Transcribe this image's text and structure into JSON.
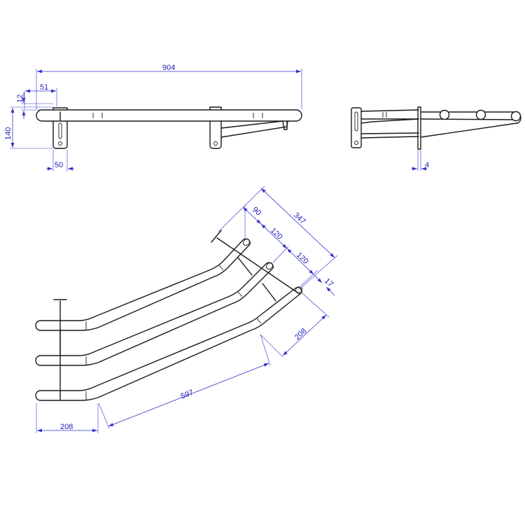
{
  "colors": {
    "outline": "#1a1a1a",
    "dimension": "#3333cc",
    "background": "#ffffff"
  },
  "dimensions": {
    "overall_length": "904",
    "bracket_offset": "51",
    "tube_diameter": "12",
    "bracket_height": "140",
    "bracket_width": "50",
    "plate_thickness": "4",
    "arm_spacing_first": "90",
    "arm_spacing_second": "120",
    "arm_spacing_third": "120",
    "overall_depth": "347",
    "end_offset": "17",
    "angled_length": "597",
    "straight_length_bottom": "208",
    "straight_length_top": "208"
  }
}
